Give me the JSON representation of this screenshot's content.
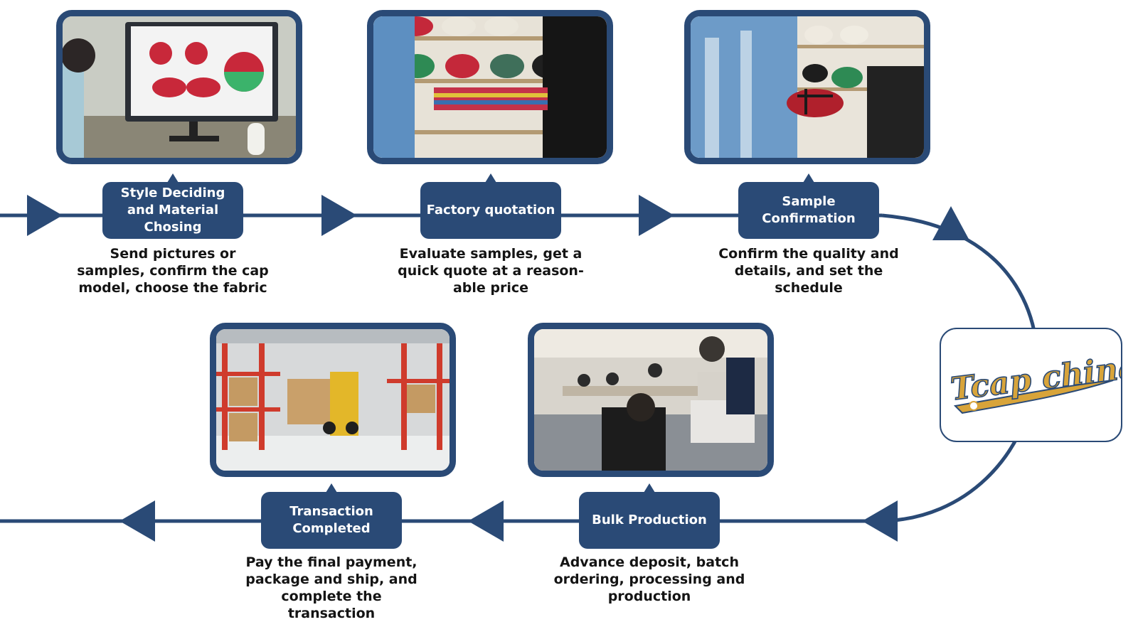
{
  "colors": {
    "primary": "#2a4a76",
    "accent": "#d8a43a",
    "background": "#ffffff"
  },
  "brand": {
    "logo_text": "Tcap china"
  },
  "steps": [
    {
      "title": "Style Deciding and Material Chosing",
      "description": "Send pictures or samples, confirm the cap model, choose the fabric",
      "photo": "designer-at-computer-with-cap-designs"
    },
    {
      "title": "Factory quotation",
      "description": "Evaluate samples, get a quick quote at a reason-able price",
      "photo": "fabric-swatches-in-cap-showroom"
    },
    {
      "title": "Sample Confirmation",
      "description": "Confirm the quality and details, and set the schedule",
      "photo": "inspecting-plaid-sample-cap"
    },
    {
      "title": "Bulk Production",
      "description": "Advance deposit, batch ordering, processing and production",
      "photo": "sewing-workshop"
    },
    {
      "title": "Transaction Completed",
      "description": "Pay the final payment, package and ship, and complete the transaction",
      "photo": "warehouse-forklift"
    }
  ]
}
